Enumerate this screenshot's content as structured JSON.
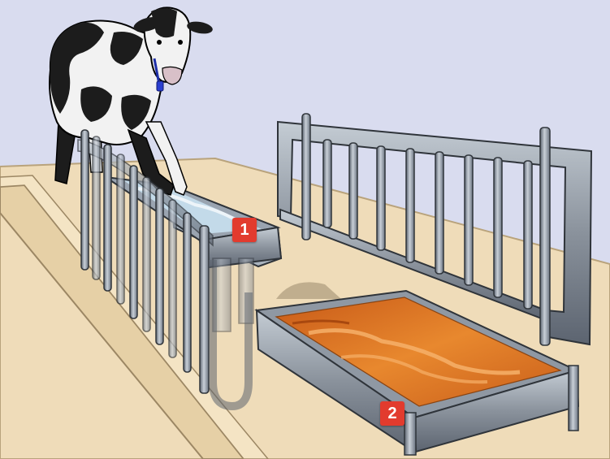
{
  "markers": {
    "first": "1",
    "second": "2"
  },
  "colors": {
    "wall": "#d9dcef",
    "floor": "#efdcb9",
    "floor_edge": "#b9a37c",
    "metal": "#8a929c",
    "metal_dark": "#3d434a",
    "feed": "#e07a2e",
    "water": "#c8e0ef",
    "marker": "#e23b2e"
  },
  "icons": [
    "cow-figure",
    "water-trough",
    "feed-trough",
    "headlock-fence",
    "back-fence"
  ]
}
